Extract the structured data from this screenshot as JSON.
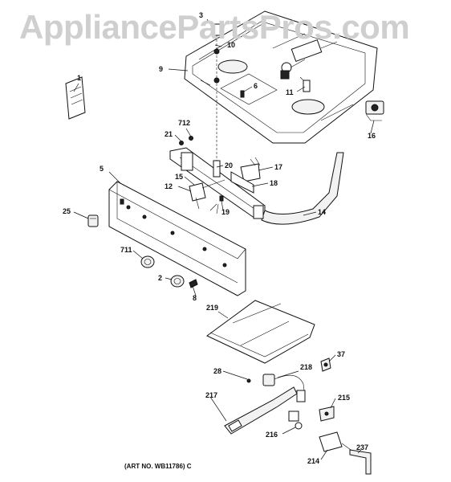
{
  "watermark": "AppliancePartsPros.com",
  "art_number": "(ART NO. WB11786) C",
  "callouts": {
    "p1": "1",
    "p2": "2",
    "p3": "3",
    "p5": "5",
    "p6": "6",
    "p8": "8",
    "p9": "9",
    "p10": "10",
    "p11": "11",
    "p12": "12",
    "p14": "14",
    "p15": "15",
    "p16": "16",
    "p17": "17",
    "p18": "18",
    "p19": "19",
    "p20": "20",
    "p21": "21",
    "p25": "25",
    "p28": "28",
    "p37": "37",
    "p214": "214",
    "p215": "215",
    "p216": "216",
    "p217": "217",
    "p218": "218",
    "p219": "219",
    "p237": "237",
    "p711": "711",
    "p712": "712"
  },
  "colors": {
    "line": "#111111",
    "watermark": "#cfcfcf",
    "background": "#ffffff"
  }
}
